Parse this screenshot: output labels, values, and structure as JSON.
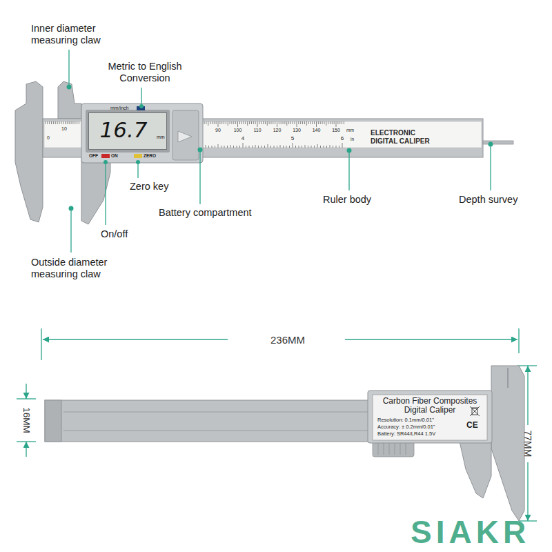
{
  "diagram": {
    "nodes": [
      {
        "text": [
          "16.7",
          "mm"
        ]
      },
      {
        "text": [
          "Carbon Fiber Composites Digital Caliper",
          "Resolution: 0.1mm/0.01\"",
          "Accuracy: ± 0.2mm/0.01\"",
          "Battery: SR44/LR44 1.5V",
          "CE"
        ]
      }
    ],
    "labels": [
      "Inner diameter measuring claw",
      "Metric to English Conversion",
      "mm/inch",
      "OFF",
      "ON",
      "ZERO",
      "10",
      "0",
      "90",
      "100",
      "110",
      "120",
      "130",
      "140",
      "150",
      "mm",
      "4",
      "5",
      "6",
      "in",
      "ELECTRONIC DIGITAL CALIPER",
      "Zero key",
      "Battery compartment",
      "Ruler body",
      "Depth survey",
      "On/off",
      "Outside diameter measuring claw",
      "236MM",
      "16MM",
      "77MM",
      "SIAKR"
    ]
  }
}
